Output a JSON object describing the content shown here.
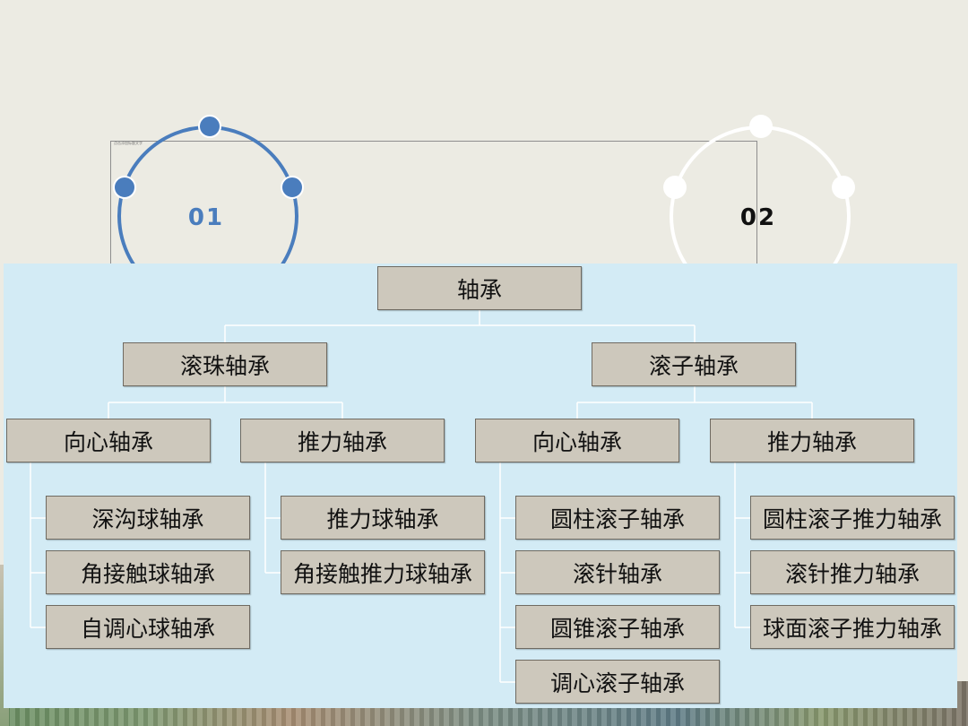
{
  "frame": {
    "tiny_label": "点击添加标题文字"
  },
  "circles": [
    {
      "number": "01",
      "color": "#4a7dbd"
    },
    {
      "number": "02",
      "color": "#ffffff"
    }
  ],
  "tree": {
    "root": "轴承",
    "level1": [
      "滚珠轴承",
      "滚子轴承"
    ],
    "level2": [
      "向心轴承",
      "推力轴承",
      "向心轴承",
      "推力轴承"
    ],
    "level3": [
      [
        "深沟球轴承",
        "角接触球轴承",
        "自调心球轴承"
      ],
      [
        "推力球轴承",
        "角接触推力球轴承"
      ],
      [
        "圆柱滚子轴承",
        "滚针轴承",
        "圆锥滚子轴承",
        "调心滚子轴承"
      ],
      [
        "圆柱滚子推力轴承",
        "滚针推力轴承",
        "球面滚子推力轴承"
      ]
    ]
  },
  "colors": {
    "panel_bg": "#d3ebf5",
    "node_fill": "#cdc8bc",
    "node_border": "#6f6a61",
    "connector": "#ffffff"
  }
}
